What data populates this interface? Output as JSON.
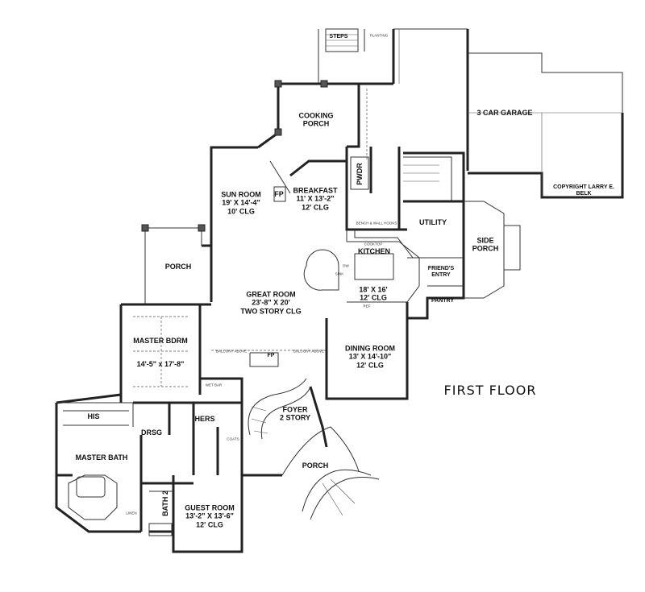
{
  "plan": {
    "title": "FIRST FLOOR",
    "copyright": "COPYRIGHT LARRY E. BELK"
  },
  "rooms": {
    "cooking_porch": "COOKING\nPORCH",
    "garage": "3 CAR GARAGE",
    "sun_room": "SUN ROOM\n19' X 14'-4\"\n10' CLG",
    "fp_sun": "FP",
    "breakfast": "BREAKFAST\n11' X 13'-2\"\n12' CLG",
    "pwdr": "PWDR",
    "utility": "UTILITY",
    "side_porch": "SIDE\nPORCH",
    "porch_left": "PORCH",
    "kitchen": "KITCHEN",
    "kitchen_size": "18' X 16'\n12' CLG",
    "friends_entry": "FRIEND'S\nENTRY",
    "pantry": "PANTRY",
    "great_room": "GREAT ROOM\n23'-8\" X 20'\nTWO STORY CLG",
    "master_bdrm": "MASTER BDRM",
    "master_bdrm_size": "14'-5\" x 17'-8\"",
    "fp_great": "FP",
    "dining_room": "DINING ROOM\n13' X 14'-10\"\n12' CLG",
    "his": "HIS",
    "hers": "HERS",
    "drsg": "DRSG",
    "foyer": "FOYER\n2 STORY",
    "master_bath": "MASTER BATH",
    "bath2": "BATH 2",
    "guest_room": "GUEST ROOM\n13'-2\" X 13'-6\"\n12' CLG",
    "porch_front": "PORCH",
    "wet_bar": "WET BAR"
  },
  "small_labels": {
    "steps": "STEPS",
    "planting": "PLANTING",
    "balcony_above_left": "BALCONY ABOVE",
    "balcony_above_right": "BALCONY ABOVE",
    "cooktop": "COOKTOP",
    "bench": "BENCH & WALL HOOKS",
    "coats": "COATS",
    "linen": "LINEN",
    "sink": "SINK",
    "ref": "REF",
    "dw": "DW"
  }
}
